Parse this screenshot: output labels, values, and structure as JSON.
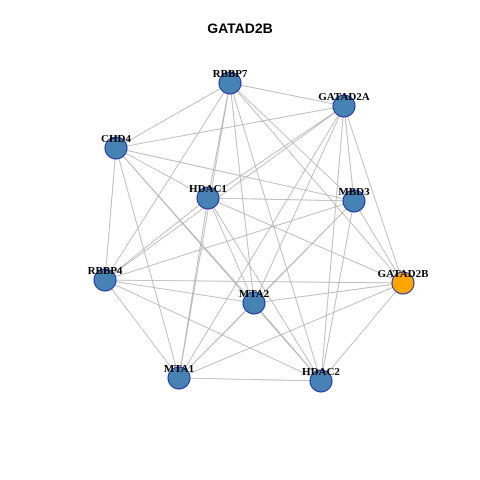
{
  "title": "GATAD2B",
  "colors": {
    "default_node": "#4682b4",
    "highlight_node": "#ffa500",
    "edge": "#b3b3b3",
    "node_border": "#1f2fa8"
  },
  "nodes": [
    {
      "id": "RBBP7",
      "label": "RBBP7",
      "highlight": false
    },
    {
      "id": "GATAD2A",
      "label": "GATAD2A",
      "highlight": false
    },
    {
      "id": "CHD4",
      "label": "CHD4",
      "highlight": false
    },
    {
      "id": "HDAC1",
      "label": "HDAC1",
      "highlight": false
    },
    {
      "id": "MBD3",
      "label": "MBD3",
      "highlight": false
    },
    {
      "id": "RBBP4",
      "label": "RBBP4",
      "highlight": false
    },
    {
      "id": "GATAD2B",
      "label": "GATAD2B",
      "highlight": true
    },
    {
      "id": "MTA2",
      "label": "MTA2",
      "highlight": false
    },
    {
      "id": "MTA1",
      "label": "MTA1",
      "highlight": false
    },
    {
      "id": "HDAC2",
      "label": "HDAC2",
      "highlight": false
    }
  ],
  "edges": [
    [
      "RBBP7",
      "GATAD2A"
    ],
    [
      "RBBP7",
      "HDAC1"
    ],
    [
      "RBBP7",
      "MBD3"
    ],
    [
      "RBBP7",
      "GATAD2B"
    ],
    [
      "RBBP7",
      "MTA2"
    ],
    [
      "RBBP7",
      "MTA1"
    ],
    [
      "RBBP7",
      "HDAC2"
    ],
    [
      "RBBP7",
      "RBBP4"
    ],
    [
      "RBBP7",
      "CHD4"
    ],
    [
      "GATAD2A",
      "CHD4"
    ],
    [
      "GATAD2A",
      "HDAC1"
    ],
    [
      "GATAD2A",
      "MBD3"
    ],
    [
      "GATAD2A",
      "RBBP4"
    ],
    [
      "GATAD2A",
      "GATAD2B"
    ],
    [
      "GATAD2A",
      "MTA2"
    ],
    [
      "GATAD2A",
      "MTA1"
    ],
    [
      "GATAD2A",
      "HDAC2"
    ],
    [
      "CHD4",
      "HDAC1"
    ],
    [
      "CHD4",
      "MBD3"
    ],
    [
      "CHD4",
      "RBBP4"
    ],
    [
      "CHD4",
      "MTA2"
    ],
    [
      "CHD4",
      "MTA1"
    ],
    [
      "CHD4",
      "HDAC2"
    ],
    [
      "HDAC1",
      "MBD3"
    ],
    [
      "HDAC1",
      "RBBP4"
    ],
    [
      "HDAC1",
      "GATAD2B"
    ],
    [
      "HDAC1",
      "MTA2"
    ],
    [
      "HDAC1",
      "MTA1"
    ],
    [
      "HDAC1",
      "HDAC2"
    ],
    [
      "MBD3",
      "RBBP4"
    ],
    [
      "MBD3",
      "GATAD2B"
    ],
    [
      "MBD3",
      "MTA2"
    ],
    [
      "MBD3",
      "MTA1"
    ],
    [
      "MBD3",
      "HDAC2"
    ],
    [
      "RBBP4",
      "GATAD2B"
    ],
    [
      "RBBP4",
      "MTA2"
    ],
    [
      "RBBP4",
      "MTA1"
    ],
    [
      "RBBP4",
      "HDAC2"
    ],
    [
      "GATAD2B",
      "MTA2"
    ],
    [
      "GATAD2B",
      "MTA1"
    ],
    [
      "GATAD2B",
      "HDAC2"
    ],
    [
      "MTA2",
      "MTA1"
    ],
    [
      "MTA2",
      "HDAC2"
    ],
    [
      "MTA1",
      "HDAC2"
    ]
  ]
}
